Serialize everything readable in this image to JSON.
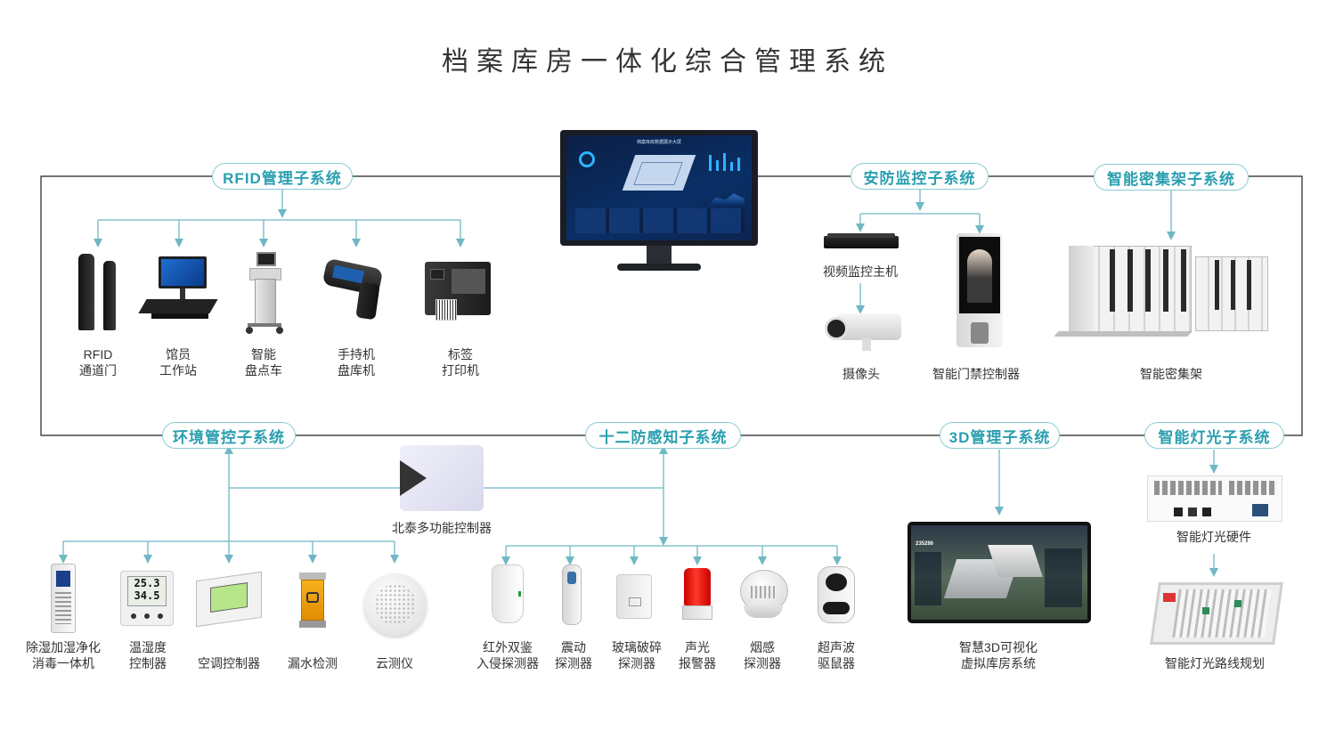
{
  "title": "档案库房一体化综合管理系统",
  "colors": {
    "line": "#222222",
    "arrow": "#6fb8c4",
    "pill_text": "#2a9fb0",
    "pill_border": "#8ccbd3"
  },
  "subsystems": {
    "rfid": "RFID管理子系统",
    "security": "安防监控子系统",
    "shelf": "智能密集架子系统",
    "env": "环境管控子系统",
    "sensing": "十二防感知子系统",
    "threed": "3D管理子系统",
    "light": "智能灯光子系统"
  },
  "devices": {
    "rfid_gate": [
      "RFID",
      "通道门"
    ],
    "workstation": [
      "馆员",
      "工作站"
    ],
    "cart": [
      "智能",
      "盘点车"
    ],
    "handheld": [
      "手持机",
      "盘库机"
    ],
    "printer": [
      "标签",
      "打印机"
    ],
    "nvr": "视频监控主机",
    "camera": "摄像头",
    "access": "智能门禁控制器",
    "shelves": "智能密集架",
    "controller": "北泰多功能控制器",
    "dehumid": [
      "除湿加湿净化",
      "消毒一体机"
    ],
    "thermo": [
      "温湿度",
      "控制器"
    ],
    "ac": "空调控制器",
    "leak": "漏水检测",
    "cloud": "云测仪",
    "ir": [
      "红外双鉴",
      "入侵探测器"
    ],
    "vibration": [
      "震动",
      "探测器"
    ],
    "glass": [
      "玻璃破碎",
      "探测器"
    ],
    "alarm": [
      "声光",
      "报警器"
    ],
    "smoke": [
      "烟感",
      "探测器"
    ],
    "ultrasonic": [
      "超声波",
      "驱鼠器"
    ],
    "viz3d": [
      "智慧3D可视化",
      "虚拟库房系统"
    ],
    "light_hw": "智能灯光硬件",
    "light_plan": "智能灯光路线规划"
  },
  "screens": {
    "monitor_header": "档案库房数据展示大屏",
    "thermo_reading_1": "25.3",
    "thermo_reading_2": "34.5",
    "viz_count": "235286"
  },
  "icons": [
    "monitor-icon",
    "rfid-gate-icon",
    "workstation-icon",
    "cart-icon",
    "handheld-scanner-icon",
    "label-printer-icon",
    "nvr-icon",
    "camera-icon",
    "face-access-icon",
    "shelves-icon",
    "controller-icon",
    "dehumidifier-icon",
    "thermometer-icon",
    "ac-controller-icon",
    "leak-detector-icon",
    "cloud-sensor-icon",
    "ir-detector-icon",
    "vibration-icon",
    "glass-break-icon",
    "alarm-light-icon",
    "smoke-detector-icon",
    "ultrasonic-icon",
    "3d-screen-icon",
    "lighting-hardware-icon",
    "lighting-plan-icon"
  ]
}
